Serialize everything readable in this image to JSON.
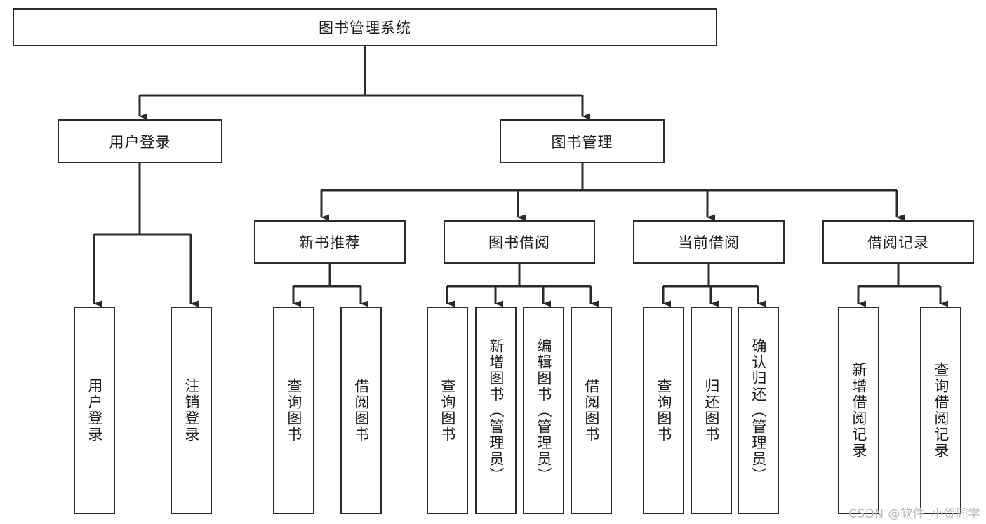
{
  "diagram": {
    "title": "图书管理系统",
    "type": "hierarchy-tree",
    "watermark": "CSDN @软件_小贺同学",
    "colors": {
      "box_border": "#2b2b2b",
      "box_fill": "#ffffff",
      "connector": "#2b2b2b",
      "text": "#1a1a1a",
      "watermark": "#b9b9b9"
    },
    "nodes": {
      "root": {
        "label": "图书管理系统",
        "level": 1,
        "orientation": "horizontal"
      },
      "l2": [
        {
          "id": "user-login",
          "label": "用户登录",
          "level": 2,
          "orientation": "horizontal"
        },
        {
          "id": "book-manage",
          "label": "图书管理",
          "level": 2,
          "orientation": "horizontal"
        }
      ],
      "l3": [
        {
          "id": "new-book-rec",
          "label": "新书推荐",
          "level": 3,
          "orientation": "horizontal"
        },
        {
          "id": "book-borrow",
          "label": "图书借阅",
          "level": 3,
          "orientation": "horizontal"
        },
        {
          "id": "current-borrow",
          "label": "当前借阅",
          "level": 3,
          "orientation": "horizontal"
        },
        {
          "id": "borrow-record",
          "label": "借阅记录",
          "level": 3,
          "orientation": "horizontal"
        }
      ],
      "leaves": [
        {
          "id": "leaf-user-login",
          "label": "用户登录",
          "parent": "user-login",
          "orientation": "vertical"
        },
        {
          "id": "leaf-user-logout",
          "label": "注销登录",
          "parent": "user-login",
          "orientation": "vertical"
        },
        {
          "id": "leaf-query-book-1",
          "label": "查询图书",
          "parent": "new-book-rec",
          "orientation": "vertical"
        },
        {
          "id": "leaf-borrow-book-1",
          "label": "借阅图书",
          "parent": "new-book-rec",
          "orientation": "vertical"
        },
        {
          "id": "leaf-query-book-2",
          "label": "查询图书",
          "parent": "book-borrow",
          "orientation": "vertical"
        },
        {
          "id": "leaf-add-book",
          "label": "新增图书（管理员）",
          "parent": "book-borrow",
          "orientation": "vertical"
        },
        {
          "id": "leaf-edit-book",
          "label": "编辑图书（管理员）",
          "parent": "book-borrow",
          "orientation": "vertical"
        },
        {
          "id": "leaf-borrow-book-2",
          "label": "借阅图书",
          "parent": "book-borrow",
          "orientation": "vertical"
        },
        {
          "id": "leaf-query-book-3",
          "label": "查询图书",
          "parent": "current-borrow",
          "orientation": "vertical"
        },
        {
          "id": "leaf-return-book",
          "label": "归还图书",
          "parent": "current-borrow",
          "orientation": "vertical"
        },
        {
          "id": "leaf-confirm-return",
          "label": "确认归还（管理员）",
          "parent": "current-borrow",
          "orientation": "vertical"
        },
        {
          "id": "leaf-add-record",
          "label": "新增借阅记录",
          "parent": "borrow-record",
          "orientation": "vertical"
        },
        {
          "id": "leaf-query-record",
          "label": "查询借阅记录",
          "parent": "borrow-record",
          "orientation": "vertical"
        }
      ]
    }
  }
}
